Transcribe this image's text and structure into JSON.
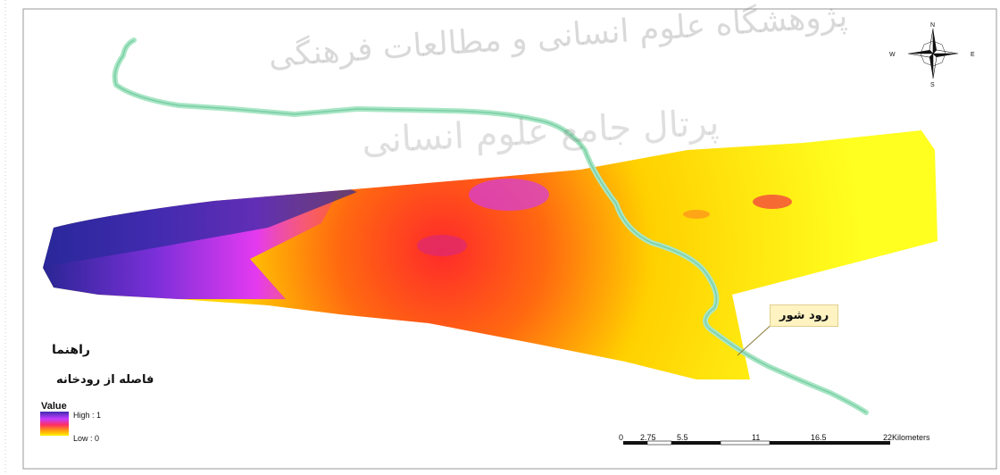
{
  "watermark": {
    "line1": "پژوهشگاه علوم انسانی و مطالعات فرهنگی",
    "line2": "پرتال جامع علوم انسانی"
  },
  "legend": {
    "title": "راهنما",
    "subtitle": "فاصله از رودخانه",
    "value_label": "Value",
    "high_label": "High : 1",
    "low_label": "Low : 0",
    "ramp_colors": [
      "#3f2bb0",
      "#c43cff",
      "#ff2e63",
      "#ff9a10",
      "#fff200"
    ]
  },
  "river": {
    "label": "رود شور",
    "color": "#a8e6c4"
  },
  "compass": {
    "n": "N",
    "s": "S",
    "e": "E",
    "w": "W"
  },
  "scale_bar": {
    "ticks": [
      "0",
      "2.75",
      "5.5",
      "11",
      "16.5",
      "22"
    ],
    "unit": "Kilometers"
  }
}
